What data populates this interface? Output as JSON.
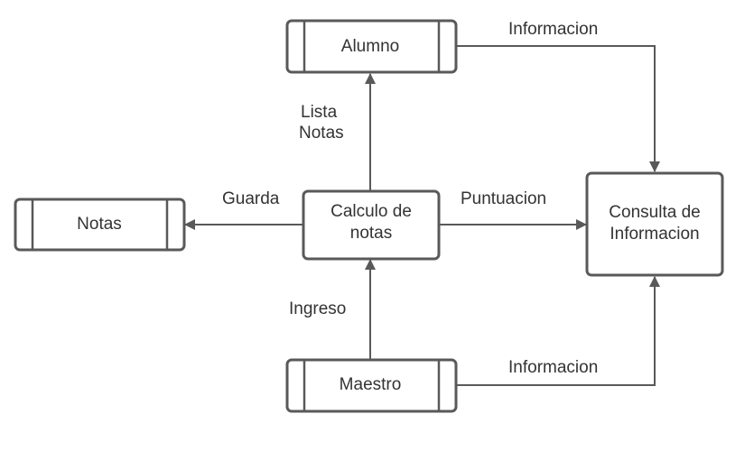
{
  "nodes": {
    "alumno": "Alumno",
    "notas": "Notas",
    "maestro": "Maestro",
    "calculo_line1": "Calculo de",
    "calculo_line2": "notas",
    "consulta_line1": "Consulta de",
    "consulta_line2": "Informacion"
  },
  "edges": {
    "info_top": "Informacion",
    "lista_line1": "Lista",
    "lista_line2": "Notas",
    "guarda": "Guarda",
    "puntuacion": "Puntuacion",
    "ingreso": "Ingreso",
    "info_bottom": "Informacion"
  },
  "colors": {
    "stroke": "#595959",
    "text": "#333333"
  }
}
